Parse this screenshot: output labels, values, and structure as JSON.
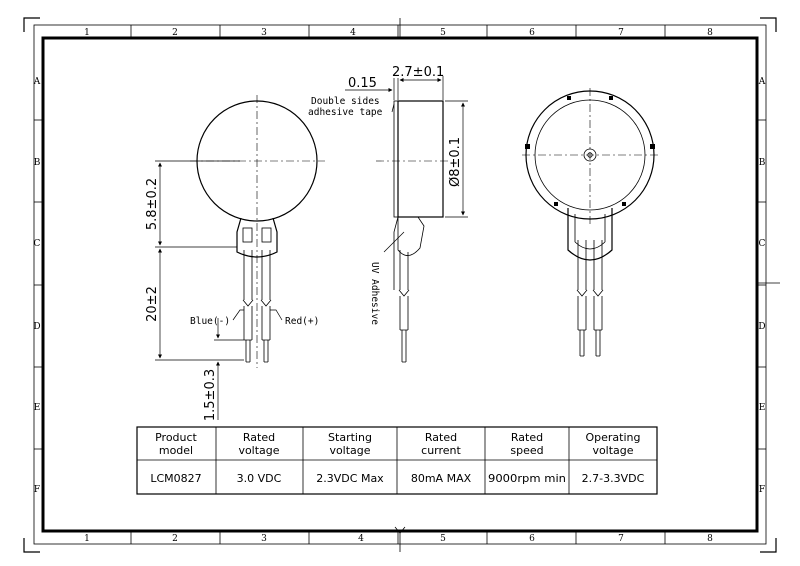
{
  "grid": {
    "columns": [
      "1",
      "2",
      "3",
      "4",
      "5",
      "6",
      "7",
      "8"
    ],
    "rows": [
      "A",
      "B",
      "C",
      "D",
      "E",
      "F"
    ]
  },
  "dimensions": {
    "tape_thickness": "0.15",
    "body_thickness": "2.7±0.1",
    "diameter": "Ø8±0.1",
    "height": "5.8±0.2",
    "lead_length": "20±2",
    "strip_length": "1.5±0.3"
  },
  "labels": {
    "tape_line1": "Double sides",
    "tape_line2": "adhesive tape",
    "uv_adhesive": "UV Adhesive",
    "blue_wire": "Blue(-)",
    "red_wire": "Red(+)"
  },
  "spec_table": {
    "headers": [
      [
        "Product",
        "model"
      ],
      [
        "Rated",
        "voltage"
      ],
      [
        "Starting",
        "voltage"
      ],
      [
        "Rated",
        "current"
      ],
      [
        "Rated",
        "speed"
      ],
      [
        "Operating",
        "voltage"
      ]
    ],
    "values": [
      "LCM0827",
      "3.0 VDC",
      "2.3VDC Max",
      "80mA MAX",
      "9000rpm min",
      "2.7-3.3VDC"
    ]
  }
}
